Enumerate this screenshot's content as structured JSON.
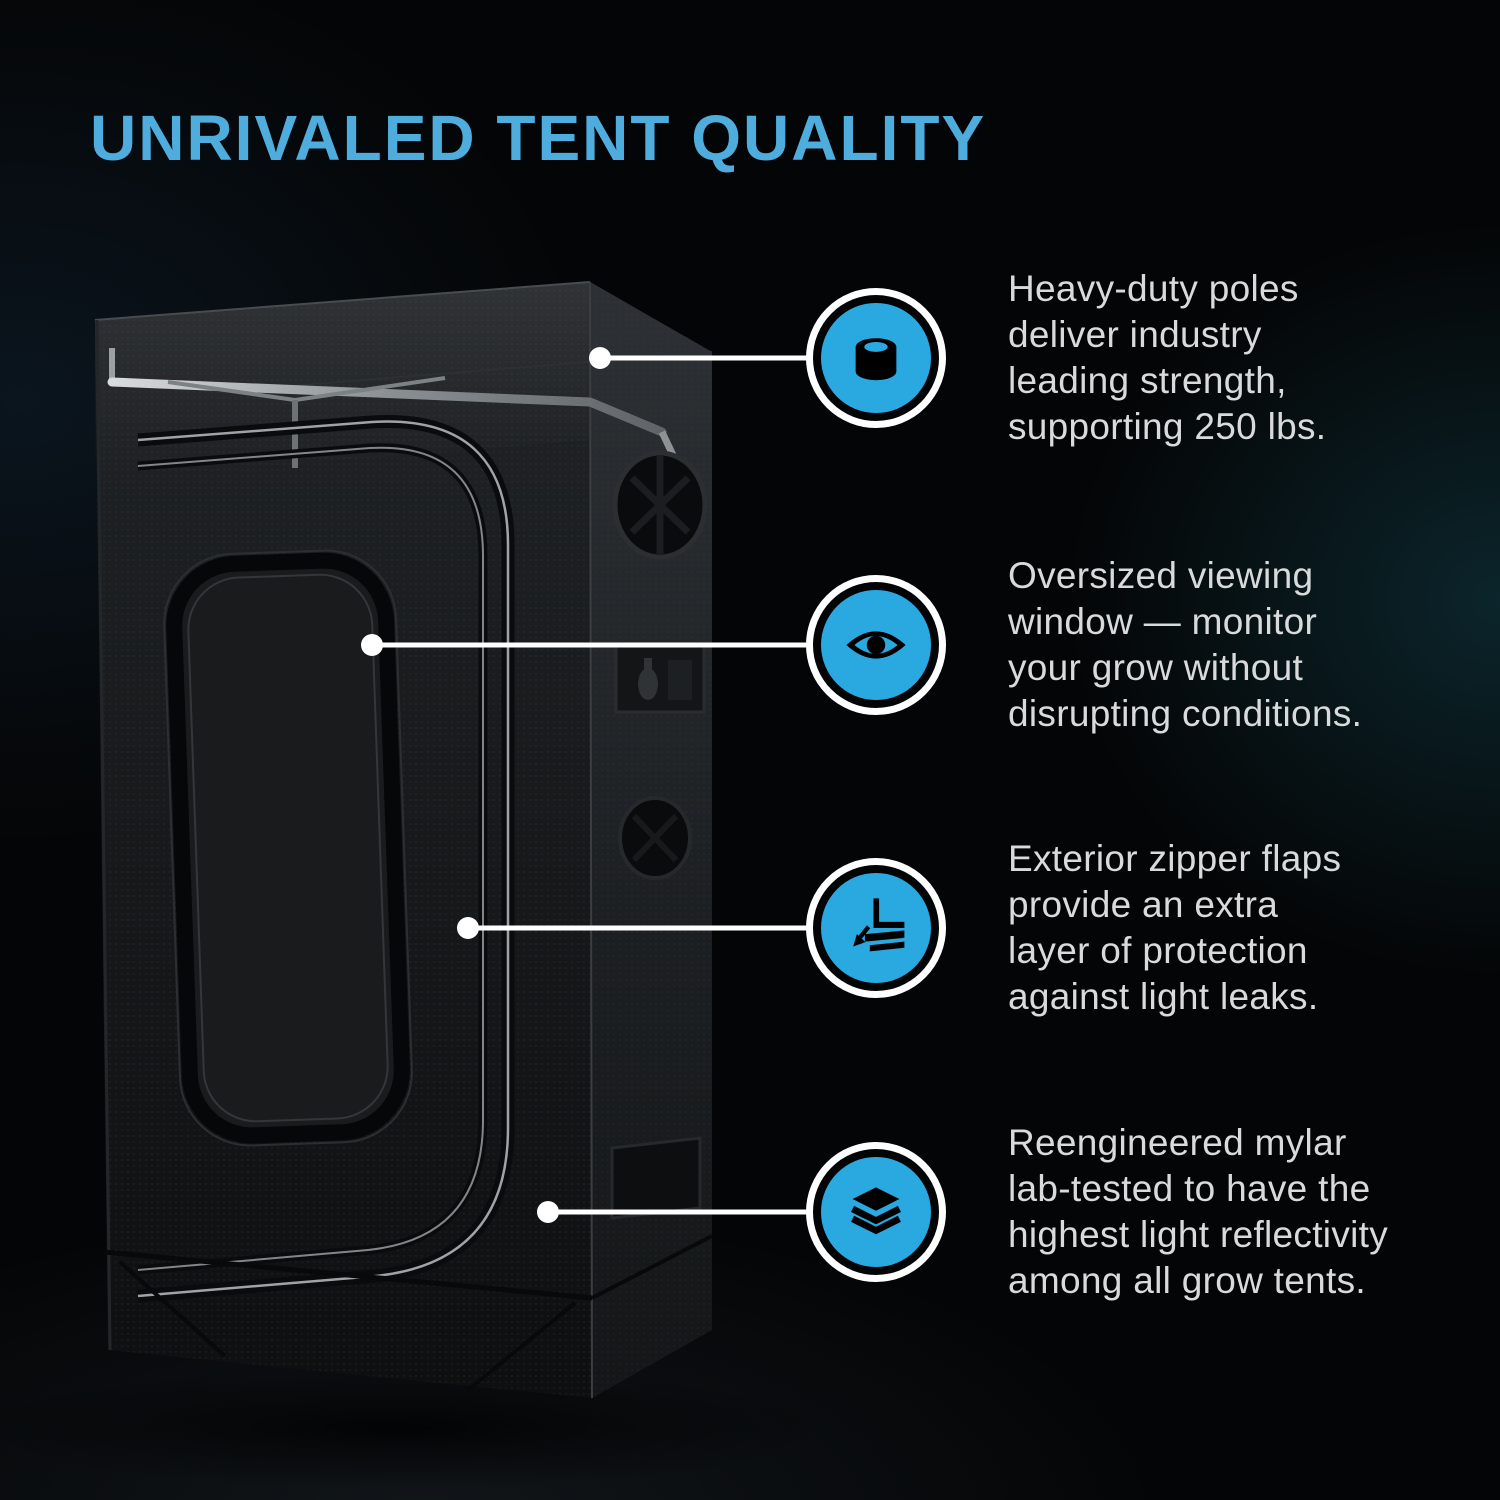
{
  "page": {
    "title": "UNRIVALED TENT QUALITY"
  },
  "features": [
    {
      "icon": "pole-icon",
      "text": "Heavy-duty poles\ndeliver industry\nleading strength,\nsupporting 250 lbs."
    },
    {
      "icon": "eye-icon",
      "text": "Oversized viewing\nwindow — monitor\nyour grow without\ndisrupting conditions."
    },
    {
      "icon": "zipper-flap-icon",
      "text": "Exterior zipper flaps\nprovide an extra\nlayer of protection\nagainst light leaks."
    },
    {
      "icon": "layers-icon",
      "text": "Reengineered mylar\nlab-tested to have the\nhighest light reflectivity\namong all grow tents."
    }
  ],
  "colors": {
    "accent_blue": "#2aa9e1",
    "title_blue": "#4fadde",
    "background": "#040506",
    "text": "#d8dadb",
    "callout_line": "#ffffff"
  },
  "illustration": {
    "subject": "grow-tent",
    "callout_points": [
      "top-support-pole",
      "viewing-window",
      "door-zipper",
      "front-mylar-panel"
    ]
  }
}
